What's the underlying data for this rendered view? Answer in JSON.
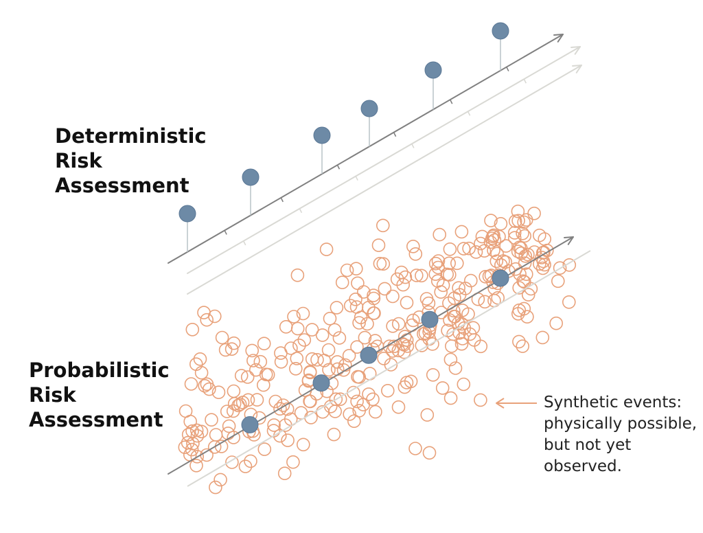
{
  "deterministic": {
    "title_lines": [
      "Deterministic",
      "Risk",
      "Assessment"
    ],
    "event_count": 6
  },
  "probabilistic": {
    "title_lines": [
      "Probabilistic",
      "Risk",
      "Assessment"
    ],
    "event_count": 5,
    "synthetic_event_count": 340
  },
  "annotation": {
    "lines": [
      "Synthetic events:",
      "physically possible,",
      "but not yet",
      "observed."
    ]
  },
  "colors": {
    "event_fill": "#6d8aa6",
    "event_stroke": "#5a7795",
    "synthetic_stroke": "#e8a17a",
    "axis_dark": "#808080",
    "axis_light": "#d9d9d4",
    "text": "#111111"
  }
}
